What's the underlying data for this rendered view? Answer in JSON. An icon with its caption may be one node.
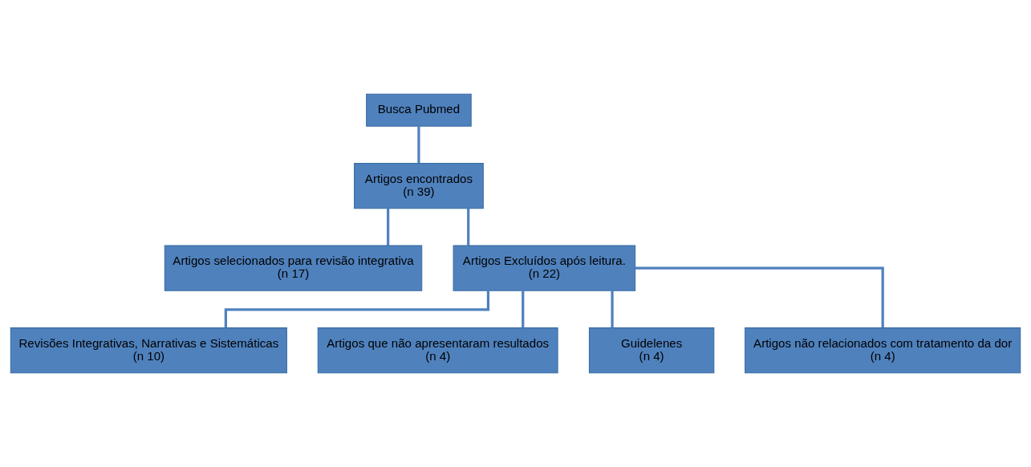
{
  "diagram": {
    "nodes": [
      {
        "text": [
          "Busca Pubmed"
        ]
      },
      {
        "text": [
          "Artigos encontrados",
          "(n 39)"
        ]
      },
      {
        "text": [
          "Artigos selecionados para revisão integrativa",
          "(n 17)"
        ]
      },
      {
        "text": [
          "Artigos Excluídos após leitura.",
          "(n 22)"
        ]
      },
      {
        "text": [
          "Revisões Integrativas, Narrativas e Sistemáticas",
          "(n 10)"
        ]
      },
      {
        "text": [
          "Artigos que não apresentaram resultados",
          "(n 4)"
        ]
      },
      {
        "text": [
          "Guidelenes",
          "(n 4)"
        ]
      },
      {
        "text": [
          "Artigos não relacionados com tratamento da dor",
          "(n 4)"
        ]
      }
    ],
    "edges": [
      {
        "from": 0,
        "to": 1,
        "arrow": "none"
      },
      {
        "from": 1,
        "to": 2,
        "arrow": "none"
      },
      {
        "from": 1,
        "to": 3,
        "arrow": "none"
      },
      {
        "from": 3,
        "to": 4,
        "arrow": "none"
      },
      {
        "from": 3,
        "to": 5,
        "arrow": "none"
      },
      {
        "from": 3,
        "to": 6,
        "arrow": "none"
      },
      {
        "from": 3,
        "to": 7,
        "arrow": "none"
      }
    ]
  }
}
